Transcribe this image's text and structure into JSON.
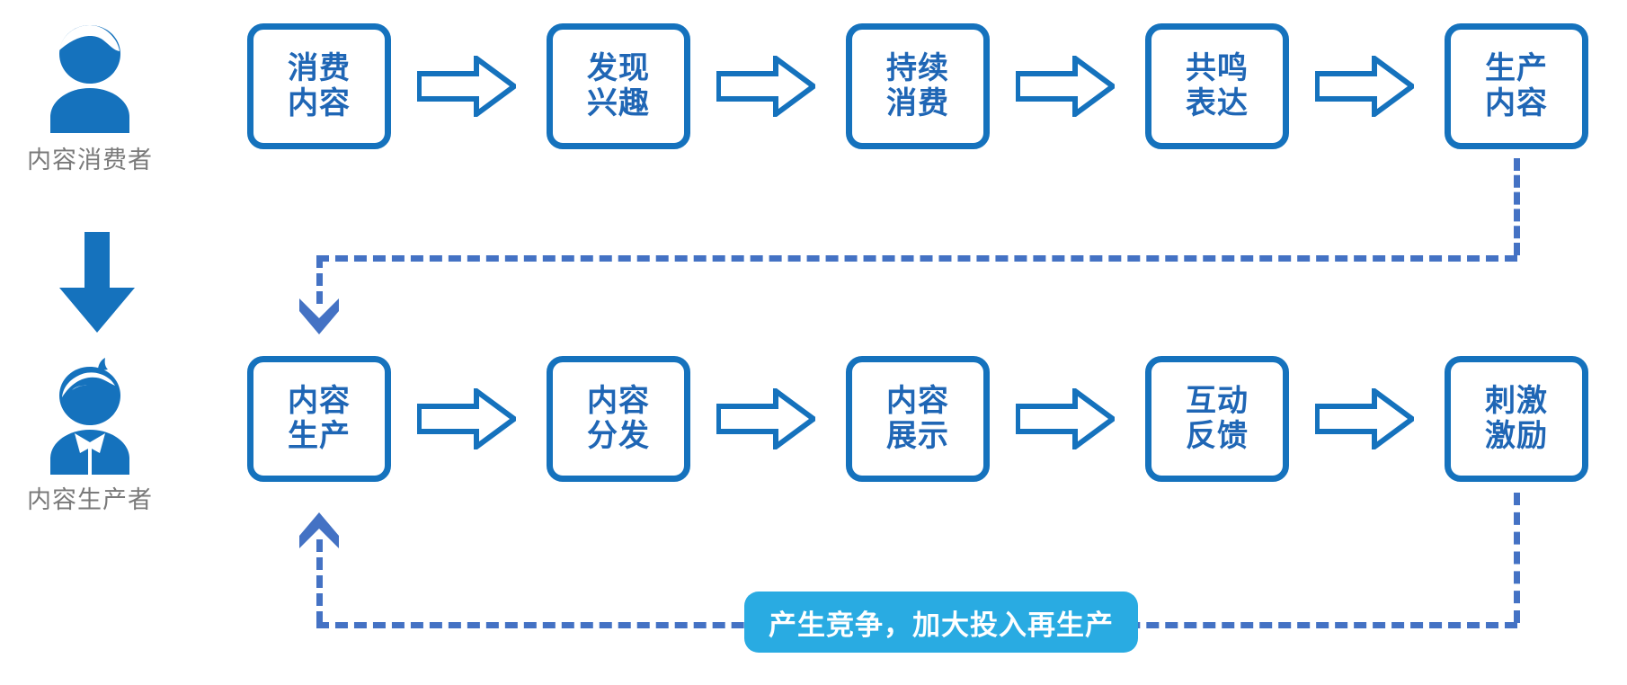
{
  "colors": {
    "node_border": "#1572bd",
    "node_text": "#1f66b5",
    "arrow_outline": "#1572bd",
    "dashed_line": "#4472c4",
    "persona_icon": "#1572bd",
    "persona_label": "#7a7a7a",
    "pill_background": "#29abe2",
    "pill_text": "#ffffff",
    "page_background": "#ffffff"
  },
  "personas": [
    {
      "id": "consumer",
      "label": "内容消费者",
      "icon": "person-cap-icon"
    },
    {
      "id": "producer",
      "label": "内容生产者",
      "icon": "person-bowtie-icon"
    }
  ],
  "flows": [
    {
      "id": "consumer-flow",
      "persona": "内容消费者",
      "steps": [
        {
          "line1": "消费",
          "line2": "内容",
          "text": "消费内容"
        },
        {
          "line1": "发现",
          "line2": "兴趣",
          "text": "发现兴趣"
        },
        {
          "line1": "持续",
          "line2": "消费",
          "text": "持续消费"
        },
        {
          "line1": "共鸣",
          "line2": "表达",
          "text": "共鸣表达"
        },
        {
          "line1": "生产",
          "line2": "内容",
          "text": "生产内容"
        }
      ]
    },
    {
      "id": "producer-flow",
      "persona": "内容生产者",
      "steps": [
        {
          "line1": "内容",
          "line2": "生产",
          "text": "内容生产"
        },
        {
          "line1": "内容",
          "line2": "分发",
          "text": "内容分发"
        },
        {
          "line1": "内容",
          "line2": "展示",
          "text": "内容展示"
        },
        {
          "line1": "互动",
          "line2": "反馈",
          "text": "互动反馈"
        },
        {
          "line1": "刺激",
          "line2": "激励",
          "text": "刺激激励"
        }
      ]
    }
  ],
  "connectors": {
    "role_transition": {
      "icon": "down-arrow-icon",
      "label": ""
    },
    "top_to_bottom_feedback": {
      "icon": "dashed-elbow-down-icon",
      "label": ""
    },
    "bottom_to_first_feedback": {
      "icon": "dashed-elbow-up-icon",
      "label": ""
    }
  },
  "pill": {
    "label": "产生竞争，加大投入再生产"
  }
}
